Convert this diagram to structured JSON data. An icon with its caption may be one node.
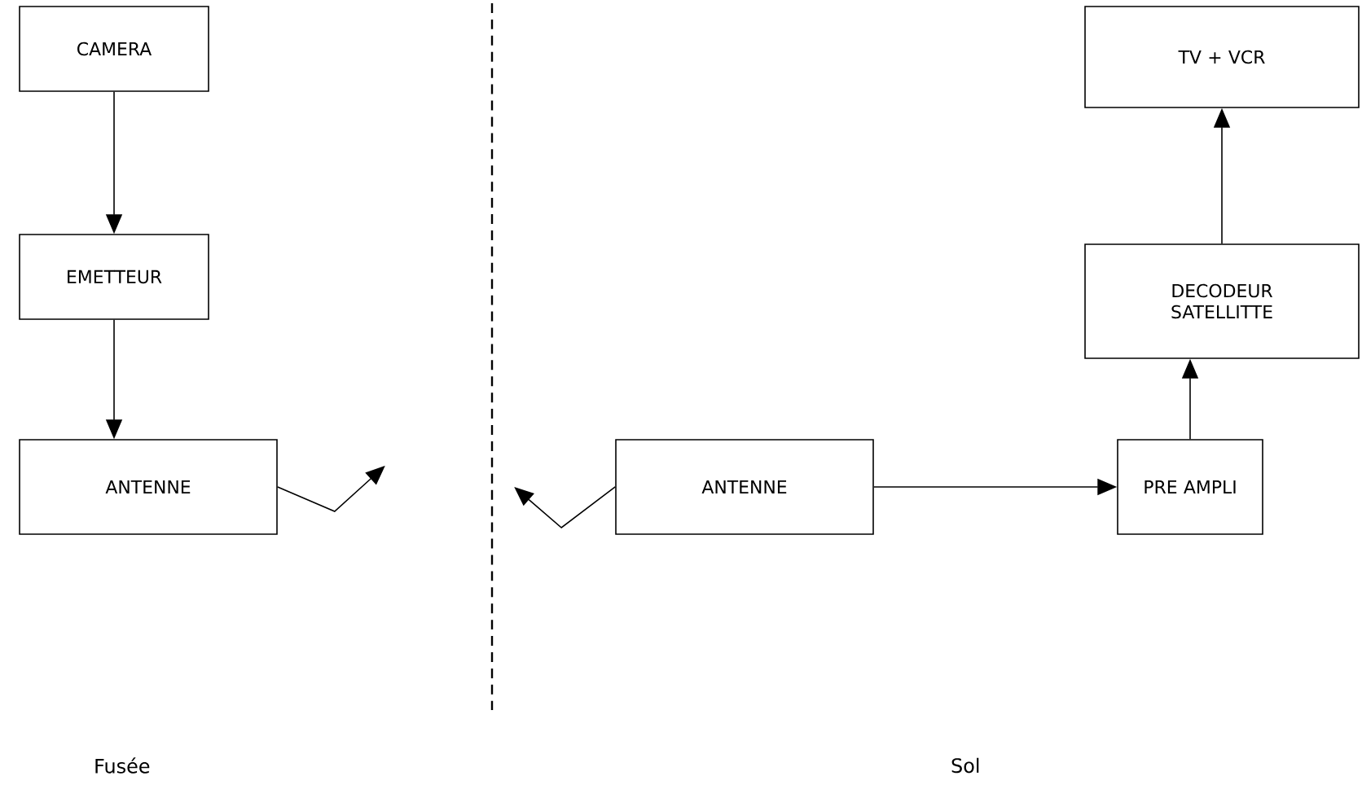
{
  "diagram": {
    "nodes": [
      {
        "text": [
          "CAMERA"
        ]
      },
      {
        "text": [
          "EMETTEUR"
        ]
      },
      {
        "text": [
          "ANTENNE"
        ]
      },
      {
        "text": [
          "ANTENNE"
        ]
      },
      {
        "text": [
          "PRE AMPLI"
        ]
      },
      {
        "text": [
          "DECODEUR SATELLITTE"
        ]
      },
      {
        "text": [
          "TV + VCR"
        ]
      }
    ],
    "edges": [
      {
        "from": 0,
        "to": 1,
        "arrow": "to"
      },
      {
        "from": 1,
        "to": 2,
        "arrow": "to"
      },
      {
        "from": 2,
        "to": null,
        "arrow": "to"
      },
      {
        "from": 3,
        "to": null,
        "arrow": "to"
      },
      {
        "from": 3,
        "to": 4,
        "arrow": "to"
      },
      {
        "from": 4,
        "to": 5,
        "arrow": "to"
      },
      {
        "from": 5,
        "to": 6,
        "arrow": "to"
      }
    ],
    "labels": [
      "Fusée",
      "Sol"
    ]
  }
}
